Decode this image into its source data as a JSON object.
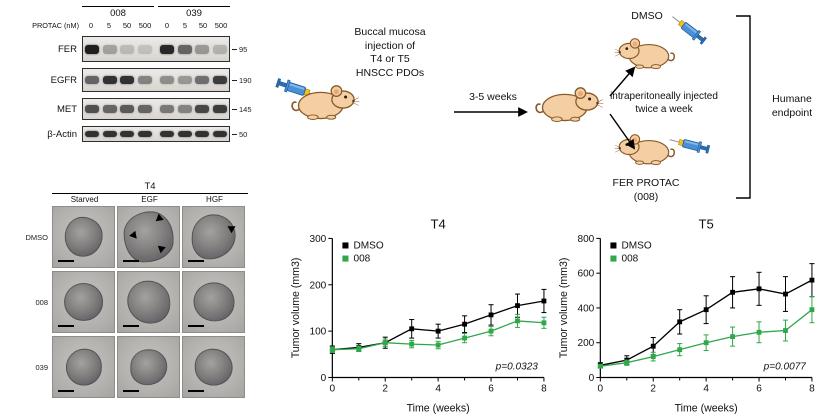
{
  "western_blot": {
    "protac_label": "PROTAC (nM)",
    "groups": [
      "008",
      "039"
    ],
    "doses": [
      "0",
      "5",
      "50",
      "500"
    ],
    "rows": [
      {
        "label": "FER",
        "marker": "95",
        "bands": [
          0.95,
          0.3,
          0.18,
          0.15,
          0.9,
          0.6,
          0.35,
          0.22
        ]
      },
      {
        "label": "EGFR",
        "marker": "190",
        "bands": [
          0.6,
          0.85,
          0.85,
          0.45,
          0.4,
          0.35,
          0.55,
          0.8
        ]
      },
      {
        "label": "MET",
        "marker": "145",
        "bands": [
          0.7,
          0.6,
          0.65,
          0.6,
          0.5,
          0.45,
          0.75,
          0.8
        ]
      },
      {
        "label": "β-Actin",
        "marker": "50",
        "bands": [
          0.85,
          0.85,
          0.85,
          0.85,
          0.85,
          0.85,
          0.85,
          0.85
        ]
      }
    ]
  },
  "organoids": {
    "title": "T4",
    "columns": [
      "Starved",
      "EGF",
      "HGF"
    ],
    "rows": [
      "DMSO",
      "008",
      "039"
    ],
    "arrowheads": [
      {
        "row": 0,
        "col": 1,
        "marks": [
          [
            60,
            14,
            140
          ],
          [
            22,
            42,
            50
          ],
          [
            64,
            62,
            220
          ]
        ]
      },
      {
        "row": 0,
        "col": 2,
        "marks": [
          [
            72,
            28,
            210
          ]
        ]
      }
    ]
  },
  "schematic": {
    "injection_text": "Buccal mucosa\ninjection of\nT4 or T5\nHNSCC PDOs",
    "weeks_label": "3-5 weeks",
    "dmso_label": "DMSO",
    "ip_text": "intraperitoneally injected\ntwice a week",
    "protac_label": "FER PROTAC\n(008)",
    "endpoint_label": "Humane\nendpoint"
  },
  "chart_data": [
    {
      "type": "line",
      "title": "T4",
      "xlabel": "Time (weeks)",
      "ylabel": "Tumor volume (mm3)",
      "x": [
        0,
        1,
        2,
        3,
        4,
        5,
        6,
        7,
        8
      ],
      "xlim": [
        0,
        8
      ],
      "ylim": [
        0,
        300
      ],
      "yticks": [
        0,
        100,
        200,
        300
      ],
      "annotation": "p=0.0323",
      "legend_position": "top-left",
      "series": [
        {
          "name": "DMSO",
          "color": "#000000",
          "values": [
            60,
            65,
            75,
            105,
            100,
            115,
            135,
            155,
            165
          ],
          "errors": [
            8,
            8,
            12,
            20,
            15,
            18,
            22,
            25,
            25
          ]
        },
        {
          "name": "008",
          "color": "#2fa84a",
          "values": [
            60,
            62,
            75,
            72,
            70,
            85,
            100,
            122,
            118
          ],
          "errors": [
            6,
            6,
            8,
            8,
            8,
            10,
            10,
            14,
            12
          ]
        }
      ]
    },
    {
      "type": "line",
      "title": "T5",
      "xlabel": "Time (weeks)",
      "ylabel": "Tumor volume (mm3)",
      "x": [
        0,
        1,
        2,
        3,
        4,
        5,
        6,
        7,
        8
      ],
      "xlim": [
        0,
        8
      ],
      "ylim": [
        0,
        800
      ],
      "yticks": [
        0,
        200,
        400,
        600,
        800
      ],
      "annotation": "p=0.0077",
      "legend_position": "top-left",
      "series": [
        {
          "name": "DMSO",
          "color": "#000000",
          "values": [
            70,
            100,
            180,
            320,
            390,
            490,
            510,
            480,
            560
          ],
          "errors": [
            15,
            25,
            50,
            70,
            80,
            90,
            95,
            100,
            95
          ]
        },
        {
          "name": "008",
          "color": "#2fa84a",
          "values": [
            65,
            85,
            120,
            160,
            200,
            235,
            260,
            270,
            390
          ],
          "errors": [
            10,
            15,
            25,
            35,
            45,
            55,
            60,
            60,
            75
          ]
        }
      ]
    }
  ]
}
